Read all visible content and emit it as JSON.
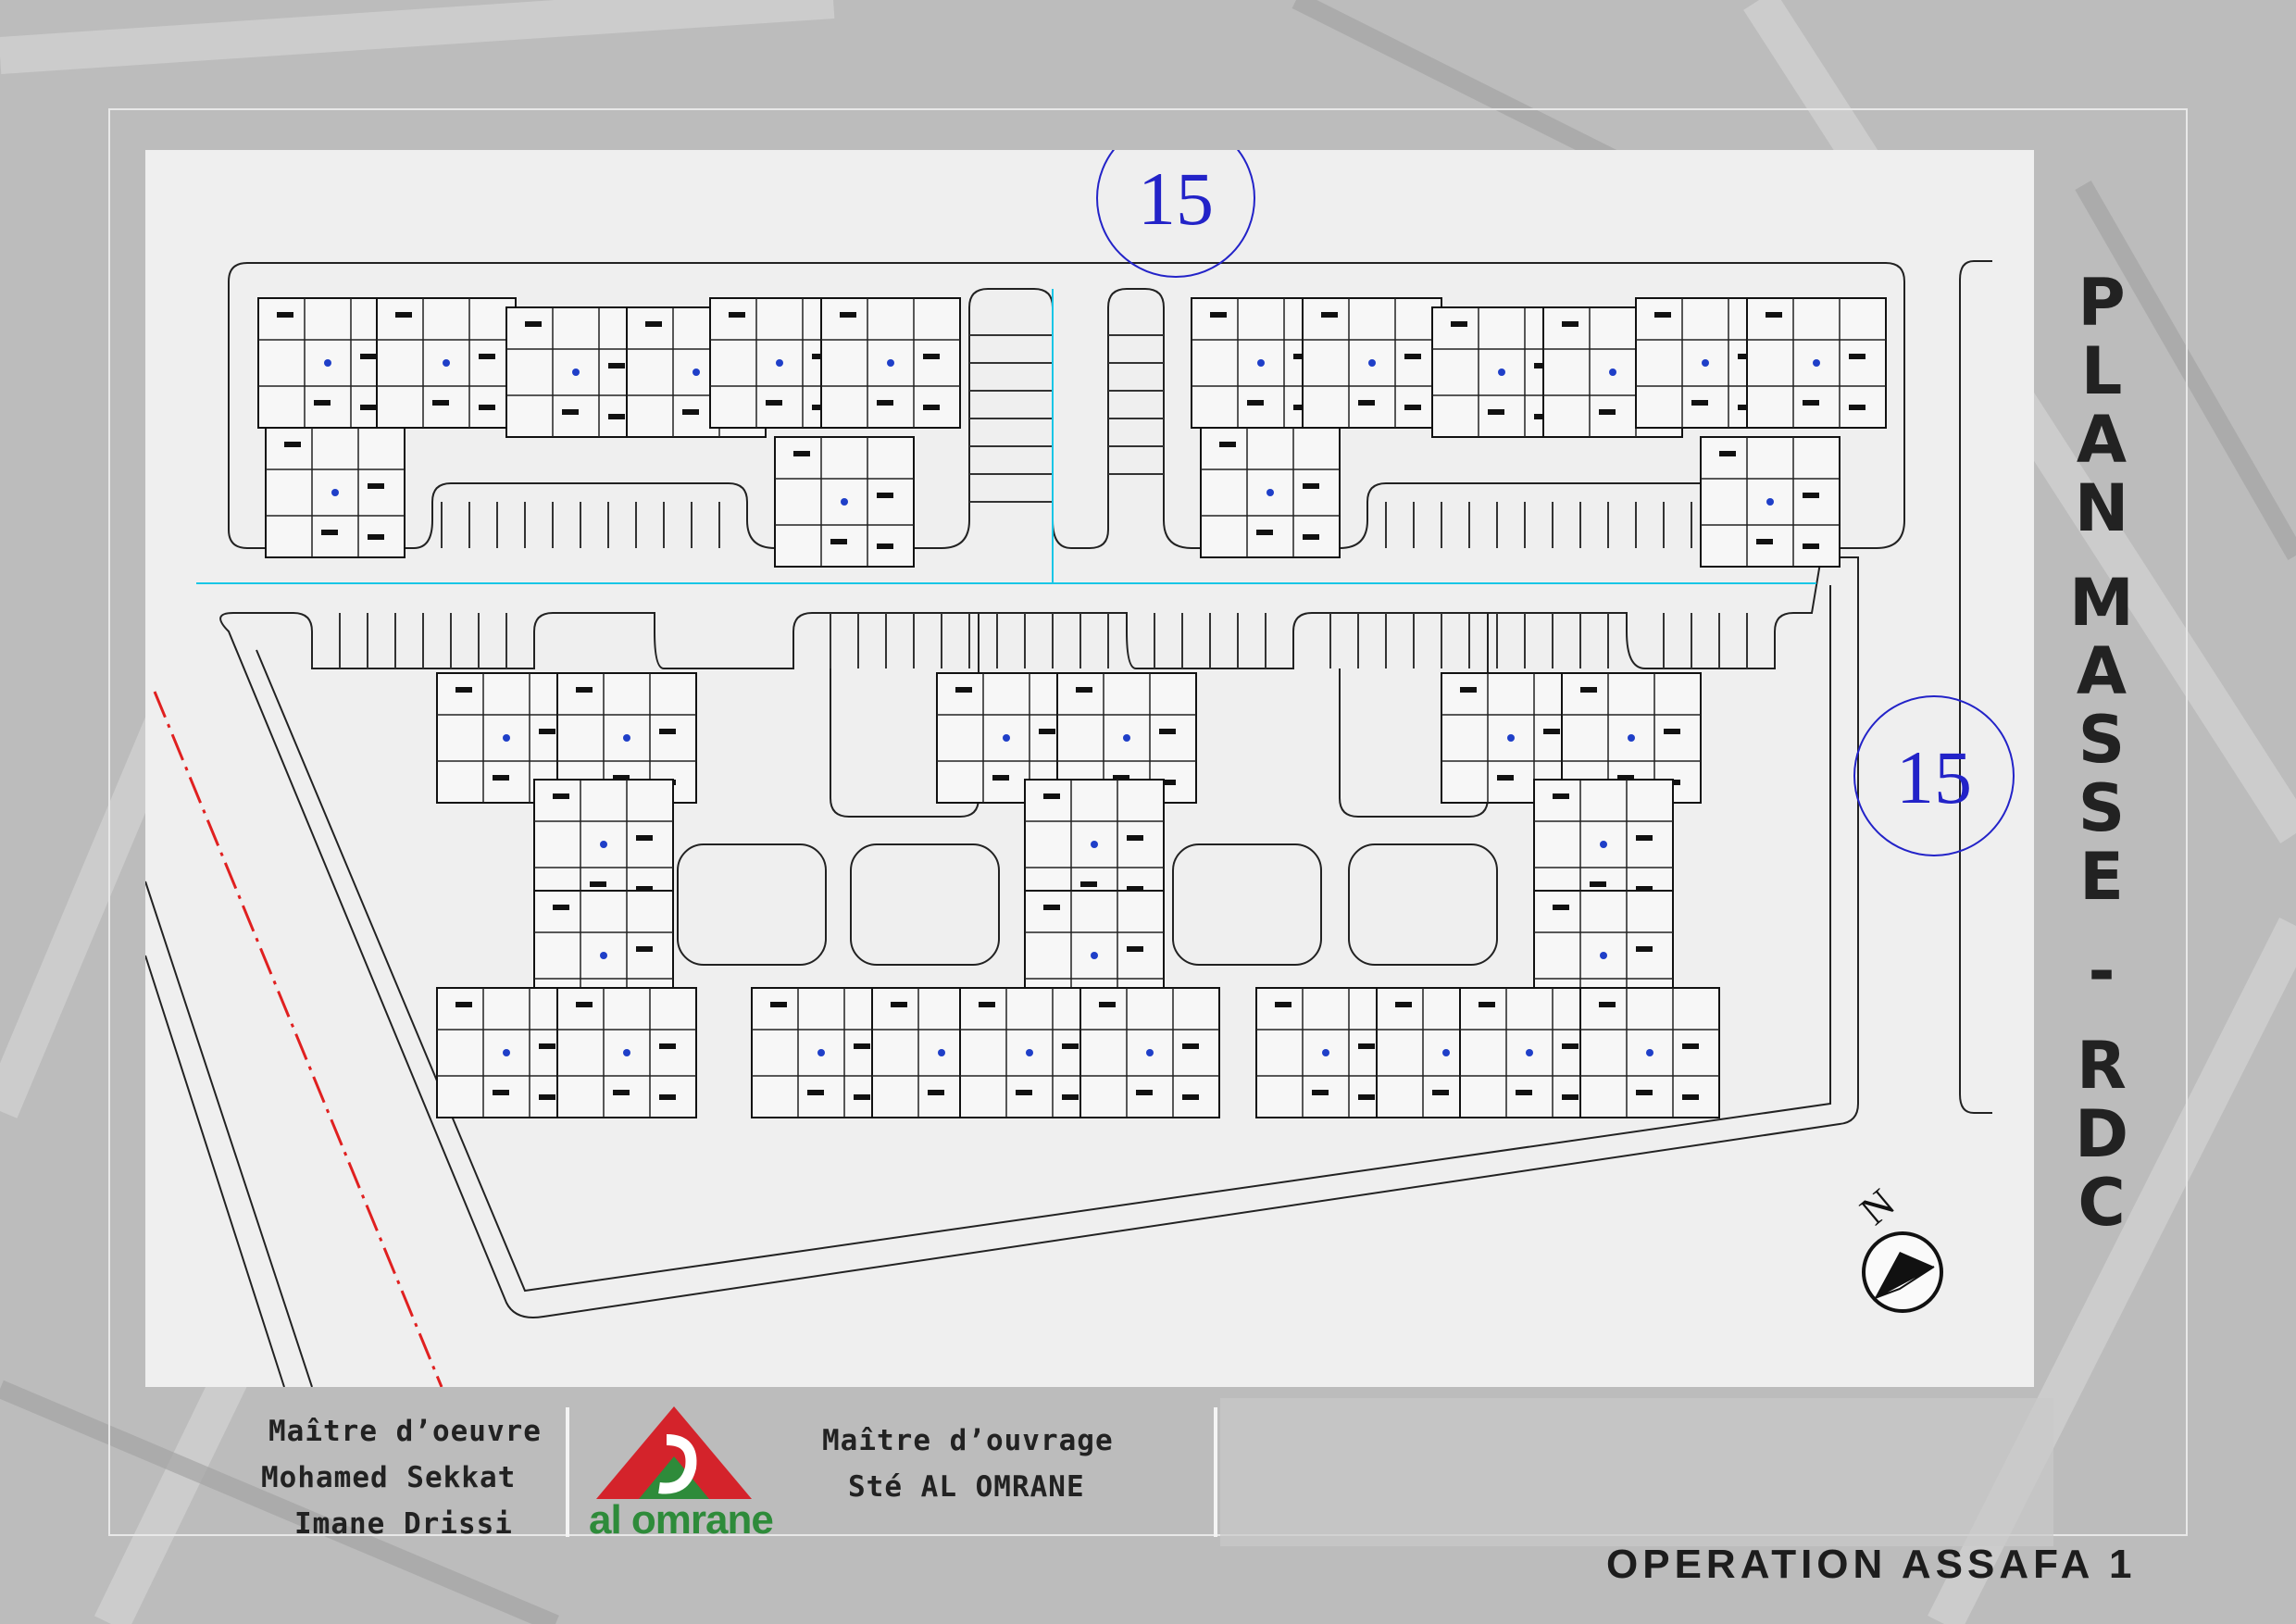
{
  "title_vertical": [
    "P",
    "L",
    "A",
    "N",
    " ",
    "M",
    "A",
    "S",
    "S",
    "E",
    " ",
    "-",
    " ",
    "R",
    "D",
    "C"
  ],
  "road_labels": {
    "top": "15",
    "right": "15"
  },
  "north_label": "N",
  "maitre_oeuvre": {
    "label": "Maître d’oeuvre",
    "name1": "Mohamed Sekkat",
    "name2": "Imane Drissi"
  },
  "maitre_ouvrage": {
    "label": "Maître d’ouvrage",
    "name": "Sté AL OMRANE"
  },
  "logo": {
    "text": "al omrane",
    "red": "#d4232b",
    "green": "#2e8b3a"
  },
  "operation_title": "OPERATION ASSAFA 1",
  "colors": {
    "road_circle": "#2323c8",
    "axis_line": "#e02020",
    "cyan_line": "#19c6e6"
  }
}
